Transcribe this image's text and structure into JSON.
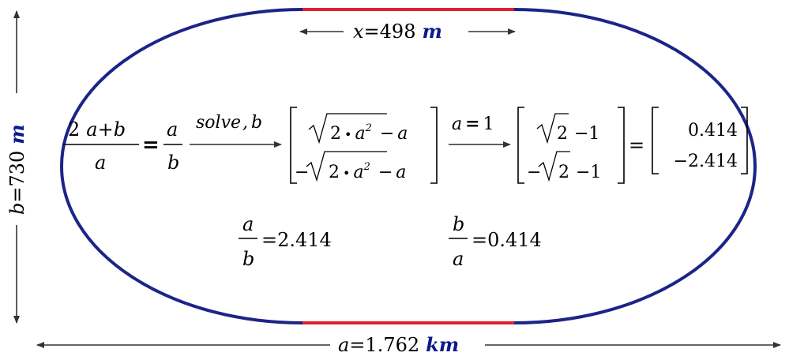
{
  "dims": {
    "x_label": "x",
    "x_value": "498",
    "x_unit": "m",
    "a_label": "a",
    "a_value": "1.762",
    "a_unit": "km",
    "b_label": "b",
    "b_value": "730",
    "b_unit": "m"
  },
  "solve": {
    "lhs_num_coef": "2",
    "lhs_num_a": "a",
    "lhs_plus": "+",
    "lhs_num_b": "b",
    "lhs_den": "a",
    "bold_eq": "=",
    "rhs_num": "a",
    "rhs_den": "b",
    "keyword": "solve",
    "keyword_comma": ",",
    "keyword_var": "b",
    "row1_sqrt_coef": "2",
    "row1_dot": "•",
    "row1_sqrt_var": "a",
    "row1_sqrt_exp": "2",
    "row1_minus": "−",
    "row1_tail": "a",
    "row2_neg": "−",
    "row2_sqrt_coef": "2",
    "row2_dot": "•",
    "row2_sqrt_var": "a",
    "row2_sqrt_exp": "2",
    "row2_minus": "−",
    "row2_tail": "a",
    "subst_var": "a",
    "subst_eq": "=",
    "subst_val": "1",
    "r1_sqrt": "2",
    "r1_rest": "−1",
    "r2_neg": "−",
    "r2_sqrt": "2",
    "r2_rest": "−1",
    "final_eq": "=",
    "v1": "0.414",
    "v2": "−2.414"
  },
  "ratios": {
    "ab_num": "a",
    "ab_den": "b",
    "ab_value": "=2.414",
    "ba_num": "b",
    "ba_den": "a",
    "ba_value": "=0.414"
  },
  "colors": {
    "track_blue": "#1c2488",
    "track_red": "#e0202c",
    "unit": "#0c1a8c",
    "arrow": "#444444"
  }
}
